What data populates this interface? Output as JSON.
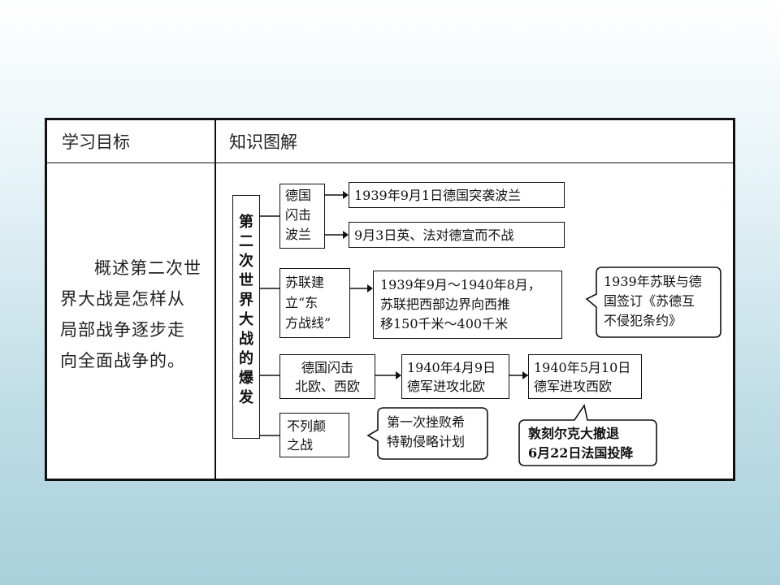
{
  "table": {
    "header_left": "学习目标",
    "header_right": "知识图解",
    "objective": "概述第二次世界大战是怎样从局部战争逐步走向全面战争的。"
  },
  "diagram": {
    "root": [
      "第",
      "二",
      "次",
      "世",
      "界",
      "大",
      "战",
      "的",
      "爆",
      "发"
    ],
    "blitz_poland": [
      "德国",
      "闪击",
      "波兰"
    ],
    "event_1939_sep1": "1939年9月1日德国突袭波兰",
    "event_sep3": "9月3日英、法对德宣而不战",
    "soviet_front": [
      "苏联建",
      "立“东",
      "方战线”"
    ],
    "soviet_detail": [
      "1939年9月～1940年8月，",
      "苏联把西部边界向西推",
      "移150千米～400千米"
    ],
    "pact_note": [
      "1939年苏联与德",
      "国签订《苏德互",
      "不侵犯条约》"
    ],
    "blitz_north_west": [
      "德国闪击",
      "北欧、西欧"
    ],
    "event_1940_apr9": [
      "1940年4月9日",
      "德军进攻北欧"
    ],
    "event_1940_may10": [
      "1940年5月10日",
      "德军进攻西欧"
    ],
    "dunkirk_note": [
      "敦刻尔克大撤退",
      "6月22日法国投降"
    ],
    "battle_britain": [
      "不列颠",
      "之战"
    ],
    "first_defeat_note": [
      "第一次挫败希",
      "特勒侵略计划"
    ]
  }
}
